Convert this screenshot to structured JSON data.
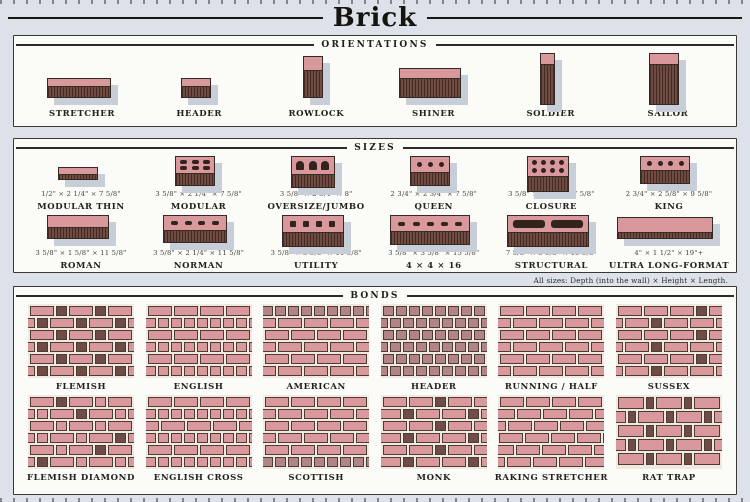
{
  "title": "Brick",
  "colors": {
    "background": "#dce1ea",
    "panel": "#fbfbf8",
    "outline": "#3b3733",
    "brick_pink": "#d9999c",
    "brick_dark": "#6f4b42",
    "shadow_gray": "#c8ced8",
    "bond_mortar": "#efe9df",
    "bond_header_dark": "#6f4c45",
    "bond_header_muted": "#b18587"
  },
  "sections": {
    "orientations": {
      "label": "ORIENTATIONS",
      "items": [
        {
          "name": "STRETCHER",
          "shape": {
            "w": 64,
            "h": 20,
            "cap": 8
          }
        },
        {
          "name": "HEADER",
          "shape": {
            "w": 30,
            "h": 20,
            "cap": 8
          }
        },
        {
          "name": "ROWLOCK",
          "shape": {
            "w": 20,
            "h": 42,
            "cap": 14
          }
        },
        {
          "name": "SHINER",
          "shape": {
            "w": 62,
            "h": 30,
            "cap": 10
          }
        },
        {
          "name": "SOLDIER",
          "shape": {
            "w": 15,
            "h": 52,
            "cap": 11
          }
        },
        {
          "name": "SAILOR",
          "shape": {
            "w": 30,
            "h": 52,
            "cap": 11
          }
        }
      ]
    },
    "sizes": {
      "label": "SIZES",
      "footnote": "All sizes: Depth (into the wall) × Height × Length.",
      "rows": [
        [
          {
            "name": "MODULAR THIN",
            "dims": "1/2\" × 2 1/4\" × 7 5/8\"",
            "shape": {
              "w": 40,
              "h": 13,
              "cap": 7,
              "holes": 0,
              "holeRows": 0,
              "holeShape": "none"
            }
          },
          {
            "name": "MODULAR",
            "dims": "3 5/8\" × 2 1/4\" × 7 5/8\"",
            "shape": {
              "w": 40,
              "h": 30,
              "cap": 17,
              "holes": 3,
              "holeRows": 2,
              "holeShape": "oval"
            }
          },
          {
            "name": "OVERSIZE/JUMBO",
            "dims": "3 5/8\" × 2 3/4\" × 8\"",
            "shape": {
              "w": 44,
              "h": 32,
              "cap": 18,
              "holes": 3,
              "holeRows": 1,
              "holeShape": "arch"
            }
          },
          {
            "name": "QUEEN",
            "dims": "2 3/4\" × 2 3/4\" × 7 5/8\"",
            "shape": {
              "w": 40,
              "h": 30,
              "cap": 16,
              "holes": 3,
              "holeRows": 1,
              "holeShape": "round"
            }
          },
          {
            "name": "CLOSURE",
            "dims": "3 5/8\" × 3 5/8\" × 7 5/8\"",
            "shape": {
              "w": 42,
              "h": 36,
              "cap": 20,
              "holes": 4,
              "holeRows": 2,
              "holeShape": "round"
            }
          },
          {
            "name": "KING",
            "dims": "2 3/4\" × 2 5/8\" × 9 5/8\"",
            "shape": {
              "w": 50,
              "h": 28,
              "cap": 14,
              "holes": 4,
              "holeRows": 1,
              "holeShape": "round"
            }
          }
        ],
        [
          {
            "name": "ROMAN",
            "dims": "3 5/8\" × 1 5/8\" × 11 5/8\"",
            "shape": {
              "w": 62,
              "h": 24,
              "cap": 12,
              "holes": 0,
              "holeRows": 0,
              "holeShape": "none"
            }
          },
          {
            "name": "NORMAN",
            "dims": "3 5/8\" × 2 1/4\" × 11 5/8\"",
            "shape": {
              "w": 64,
              "h": 28,
              "cap": 15,
              "holes": 4,
              "holeRows": 1,
              "holeShape": "oval"
            }
          },
          {
            "name": "UTILITY",
            "dims": "3 5/8\" × 3 5/8\" × 11 5/8\"",
            "shape": {
              "w": 62,
              "h": 32,
              "cap": 17,
              "holes": 4,
              "holeRows": 1,
              "holeShape": "square"
            }
          },
          {
            "name": "4 × 4 × 16",
            "dims": "3 5/8\" × 3 5/8\" × 15 5/8\"",
            "shape": {
              "w": 80,
              "h": 30,
              "cap": 16,
              "holes": 5,
              "holeRows": 1,
              "holeShape": "oval"
            }
          },
          {
            "name": "STRUCTURAL",
            "dims": "7 5/8\" × 3 5/8\" × 15 5/8\"",
            "shape": {
              "w": 82,
              "h": 32,
              "cap": 17,
              "holes": 2,
              "holeRows": 1,
              "holeShape": "slot"
            }
          },
          {
            "name": "ULTRA LONG-FORMAT",
            "dims": "4\" × 1 1/2\" × 19\"+",
            "shape": {
              "w": 96,
              "h": 22,
              "cap": 15,
              "holes": 0,
              "holeRows": 0,
              "holeShape": "none"
            }
          }
        ]
      ]
    },
    "bonds": {
      "label": "BONDS",
      "rows": [
        [
          {
            "name": "FLEMISH",
            "pattern": "flemish"
          },
          {
            "name": "ENGLISH",
            "pattern": "english"
          },
          {
            "name": "AMERICAN",
            "pattern": "american"
          },
          {
            "name": "HEADER",
            "pattern": "header"
          },
          {
            "name": "RUNNING / HALF",
            "pattern": "running"
          },
          {
            "name": "SUSSEX",
            "pattern": "sussex"
          }
        ],
        [
          {
            "name": "FLEMISH DIAMOND",
            "pattern": "flemish-diamond"
          },
          {
            "name": "ENGLISH CROSS",
            "pattern": "english-cross"
          },
          {
            "name": "SCOTTISH",
            "pattern": "scottish"
          },
          {
            "name": "MONK",
            "pattern": "monk"
          },
          {
            "name": "RAKING STRETCHER",
            "pattern": "raking"
          },
          {
            "name": "RAT TRAP",
            "pattern": "rat-trap"
          }
        ]
      ]
    }
  }
}
